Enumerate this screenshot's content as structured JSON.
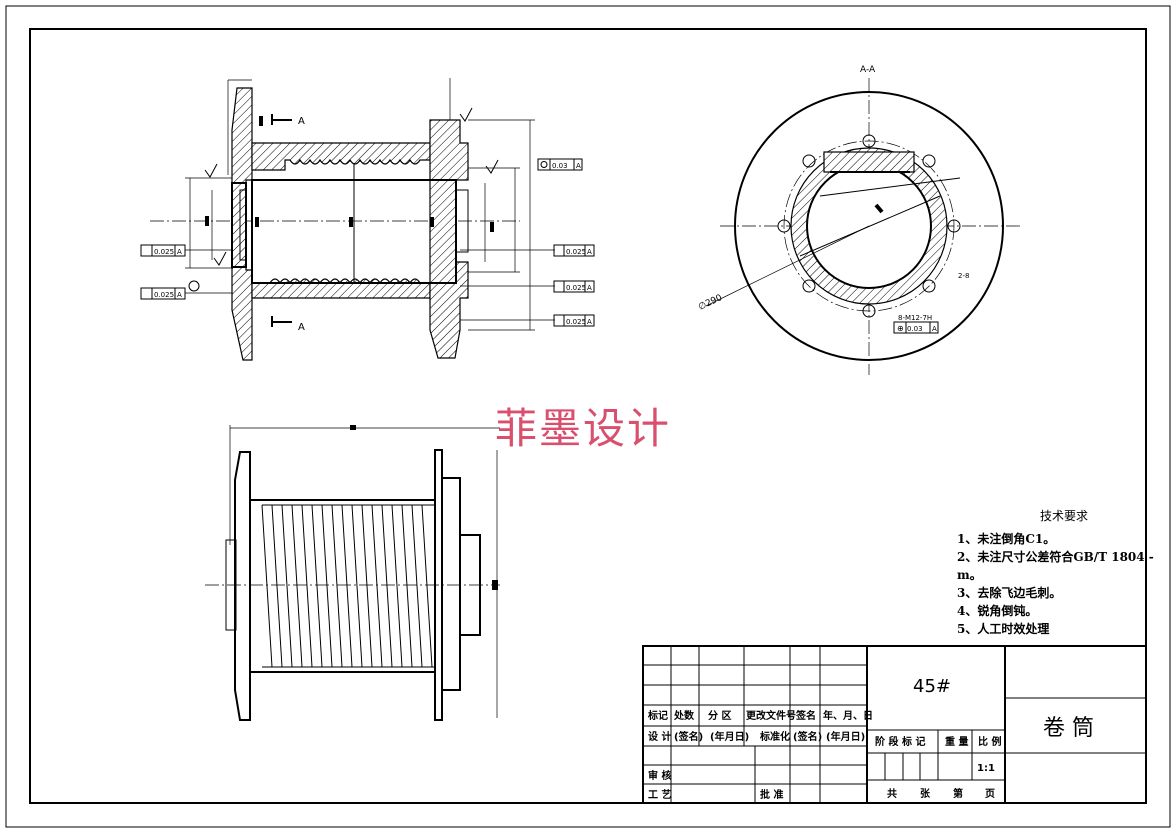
{
  "watermark": "菲墨设计",
  "section_label": "A-A",
  "section_marks": [
    "A",
    "A"
  ],
  "tolerances": {
    "t1": "0.025",
    "t1_ref": "A",
    "t2": "0.025",
    "t2_ref": "A",
    "t3": "0.025",
    "t3_ref": "A",
    "t4": "0.025",
    "t4_ref": "A",
    "t5": "0.025",
    "t5_ref": "A",
    "t6": "0.03",
    "t6_ref": "A",
    "t7": "0.03",
    "t7_ref": "A"
  },
  "dims": {
    "phi290": "∅290",
    "holes": "8-M12-7H",
    "r8": "2-8"
  },
  "tech_requirements": {
    "title": "技术要求",
    "items": [
      "1、未注倒角C1。",
      "2、未注尺寸公差符合GB/T 1804 - m。",
      "3、去除飞边毛刺。",
      "4、锐角倒钝。",
      "5、人工时效处理"
    ]
  },
  "title_block": {
    "material": "45#",
    "part_name": "卷 筒",
    "scale": "1:1",
    "row_labels": [
      "标记",
      "处数",
      "分 区",
      "更改文件号",
      "签名",
      "年、月、日"
    ],
    "design_row": [
      "设 计",
      "(签名)",
      "(年月日)",
      "标准化",
      "(签名)",
      "(年月日)"
    ],
    "stage_labels": [
      "阶 段 标 记",
      "重 量",
      "比 例"
    ],
    "review": "审 核",
    "process": "工 艺",
    "approve": "批 准",
    "sheets": [
      "共",
      "张",
      "第",
      "页"
    ]
  }
}
